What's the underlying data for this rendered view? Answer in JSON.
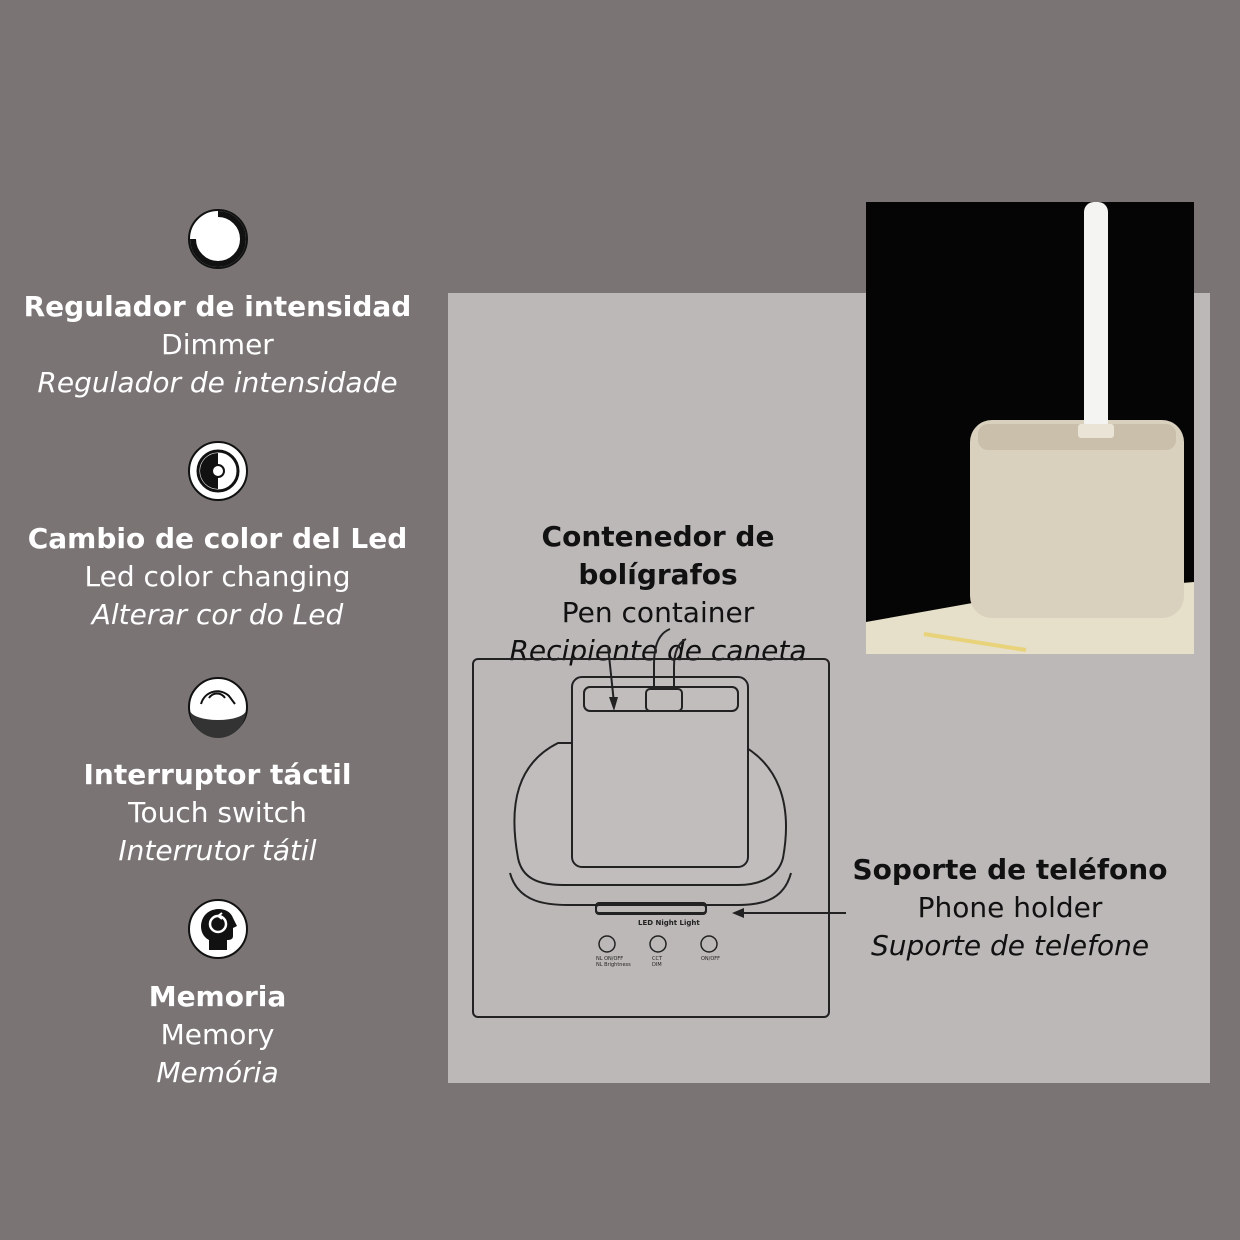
{
  "features": [
    {
      "icon": "dimmer-icon",
      "title": "Regulador de intensidad",
      "en": "Dimmer",
      "pt": "Regulador de intensidade"
    },
    {
      "icon": "color-change-icon",
      "title": "Cambio de color del Led",
      "en": "Led color changing",
      "pt": "Alterar cor do Led"
    },
    {
      "icon": "touch-switch-icon",
      "title": "Interruptor táctil",
      "en": "Touch switch",
      "pt": "Interrutor tátil"
    },
    {
      "icon": "memory-icon",
      "title": "Memoria",
      "en": "Memory",
      "pt": "Memória"
    }
  ],
  "callouts": {
    "pen": {
      "title": "Contenedor de bolígrafos",
      "en": "Pen container",
      "pt": "Recipiente de caneta"
    },
    "phone": {
      "title": "Soporte de teléfono",
      "en": "Phone holder",
      "pt": "Suporte de telefone"
    }
  },
  "diagram": {
    "slot_label": "LED Night Light",
    "btn1_label": "NL ON/OFF",
    "btn1_sub": "NL Brightness",
    "btn2_label": "CCT",
    "btn2_sub": "DIM",
    "btn3_label": "ON/OFF"
  },
  "colors": {
    "background": "#7a7574",
    "panel": "#bdb8b8",
    "product": "#d9d0bd",
    "accent_pen": "#e8d27a"
  }
}
